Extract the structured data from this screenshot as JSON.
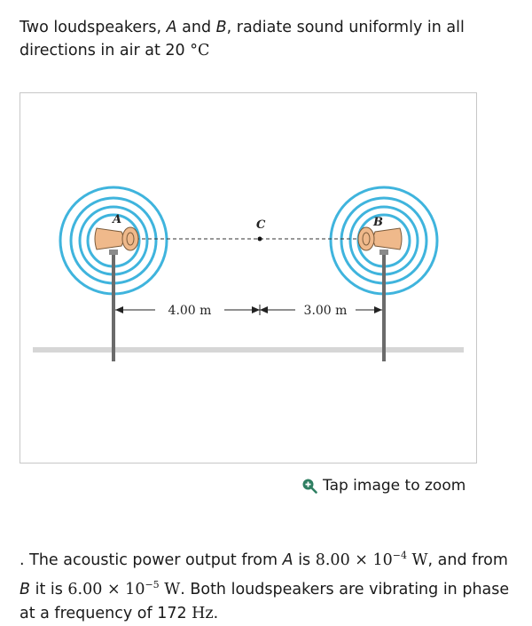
{
  "intro": {
    "text_1": "Two loudspeakers, ",
    "speaker_a": "A",
    "text_2": " and ",
    "speaker_b": "B",
    "text_3": ", radiate sound uniformly in all directions in air at 20 ",
    "temp_unit": "°C"
  },
  "figure": {
    "label_a": "A",
    "label_b": "B",
    "label_c": "C",
    "dist_left": "4.00 m",
    "dist_right": "3.00 m",
    "wave_color": "#3fb4dd",
    "speaker_color": "#efb98b"
  },
  "zoom": {
    "label": "Tap image to zoom",
    "icon": "magnifier-plus-icon"
  },
  "body": {
    "lead": ". The acoustic power output from ",
    "speaker_a": "A",
    "is_1": " is ",
    "power_a_mant": "8.00",
    "times_1": " × 10",
    "power_a_exp": "−4",
    "unit_1": " W",
    "and_from": ", and from ",
    "speaker_b": "B",
    "is_2": " it is ",
    "power_b_mant": "6.00",
    "times_2": " × 10",
    "power_b_exp": "−5",
    "unit_2": " W",
    "both": ". Both loudspeakers are vibrating in phase at a frequency of ",
    "freq_value": "172",
    "freq_unit": " Hz",
    "end": "."
  }
}
